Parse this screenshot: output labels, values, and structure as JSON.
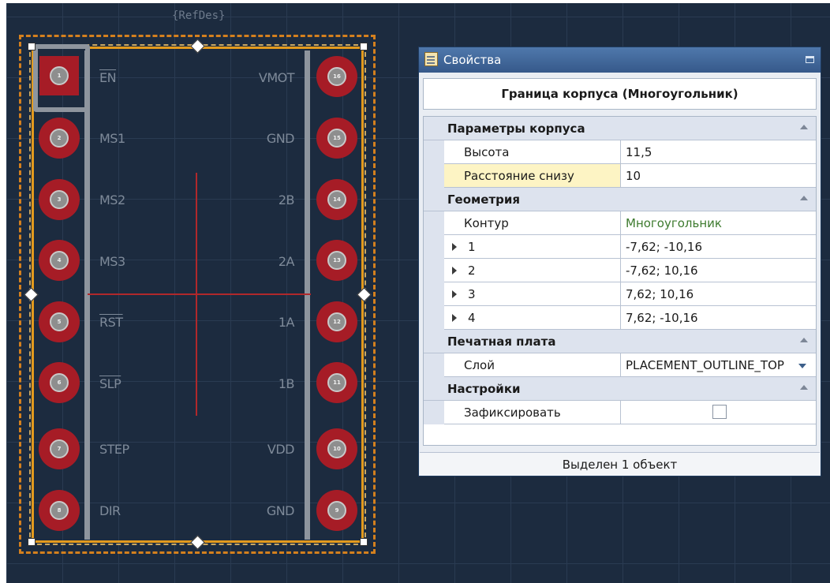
{
  "canvas": {
    "refdes": "{RefDes}",
    "pins_left": [
      {
        "num": "1",
        "label": "EN",
        "overline": true
      },
      {
        "num": "2",
        "label": "MS1",
        "overline": false
      },
      {
        "num": "3",
        "label": "MS2",
        "overline": false
      },
      {
        "num": "4",
        "label": "MS3",
        "overline": false
      },
      {
        "num": "5",
        "label": "RST",
        "overline": true
      },
      {
        "num": "6",
        "label": "SLP",
        "overline": true
      },
      {
        "num": "7",
        "label": "STEP",
        "overline": false
      },
      {
        "num": "8",
        "label": "DIR",
        "overline": false
      }
    ],
    "pins_right": [
      {
        "num": "16",
        "label": "VMOT"
      },
      {
        "num": "15",
        "label": "GND"
      },
      {
        "num": "14",
        "label": "2B"
      },
      {
        "num": "13",
        "label": "2A"
      },
      {
        "num": "12",
        "label": "1A"
      },
      {
        "num": "11",
        "label": "1B"
      },
      {
        "num": "10",
        "label": "VDD"
      },
      {
        "num": "9",
        "label": "GND"
      }
    ],
    "colors": {
      "background": "#1c2b3f",
      "pad": "#a61c26",
      "selection": "#e39a1d",
      "crosshair": "#b0282b"
    }
  },
  "panel": {
    "title": "Свойства",
    "object_title": "Граница корпуса (Многоугольник)",
    "categories": {
      "body": {
        "label": "Параметры корпуса",
        "height_label": "Высота",
        "height_value": "11,5",
        "offset_label": "Расстояние снизу",
        "offset_value": "10"
      },
      "geometry": {
        "label": "Геометрия",
        "contour_label": "Контур",
        "contour_value": "Многоугольник",
        "points": [
          {
            "index": "1",
            "value": "-7,62; -10,16"
          },
          {
            "index": "2",
            "value": "-7,62; 10,16"
          },
          {
            "index": "3",
            "value": "7,62; 10,16"
          },
          {
            "index": "4",
            "value": "7,62; -10,16"
          }
        ]
      },
      "pcb": {
        "label": "Печатная плата",
        "layer_label": "Слой",
        "layer_value": "PLACEMENT_OUTLINE_TOP"
      },
      "settings": {
        "label": "Настройки",
        "lock_label": "Зафиксировать",
        "lock_checked": false
      }
    },
    "status": "Выделен 1 объект"
  }
}
